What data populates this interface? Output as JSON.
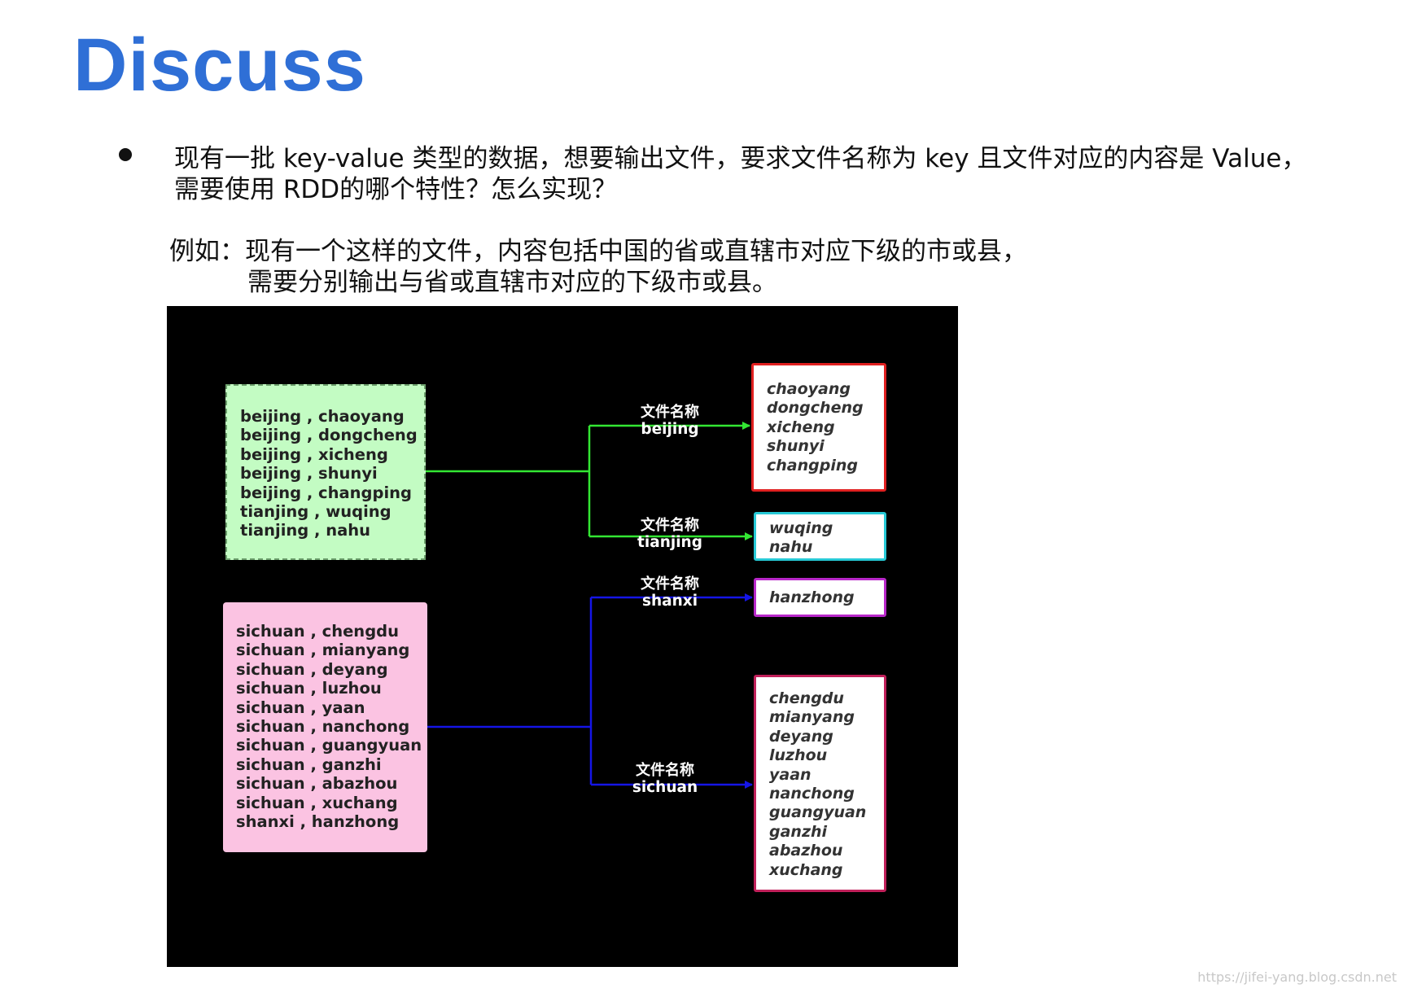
{
  "title": "Discuss",
  "question": {
    "line1": "现有一批 key-value 类型的数据，想要输出文件，要求文件名称为 key 且文件对应的内容是 Value，",
    "line2": "需要使用 RDD的哪个特性？怎么实现？"
  },
  "example": {
    "line1": "例如：现有一个这样的文件，内容包括中国的省或直辖市对应下级的市或县，",
    "line2": "需要分别输出与省或直辖市对应的下级市或县。"
  },
  "diagram": {
    "source_green": "beijing , chaoyang\nbeijing , dongcheng\nbeijing , xicheng\nbeijing , shunyi\nbeijing , changping\ntianjing , wuqing\ntianjing , nahu",
    "source_pink": "sichuan , chengdu\nsichuan , mianyang\nsichuan , deyang\nsichuan , luzhou\nsichuan , yaan\nsichuan , nanchong\nsichuan , guangyuan\nsichuan , ganzhi\nsichuan , abazhou\nsichuan , xuchang\nshanxi , hanzhong",
    "file_label": "文件名称",
    "outputs": [
      {
        "key": "beijing",
        "content": "chaoyang\ndongcheng\nxicheng\nshunyi\nchangping",
        "border": "#e02020"
      },
      {
        "key": "tianjing",
        "content": "wuqing\nnahu",
        "border": "#27c9d6"
      },
      {
        "key": "shanxi",
        "content": "hanzhong",
        "border": "#b827c9"
      },
      {
        "key": "sichuan",
        "content": "chengdu\nmianyang\ndeyang\nluzhou\nyaan\nnanchong\nguangyuan\nganzhi\nabazhou\nxuchang",
        "border": "#c0205a"
      }
    ],
    "colors": {
      "green_line": "#33e633",
      "blue_line": "#1515e6"
    }
  },
  "watermark": "https://jifei-yang.blog.csdn.net"
}
